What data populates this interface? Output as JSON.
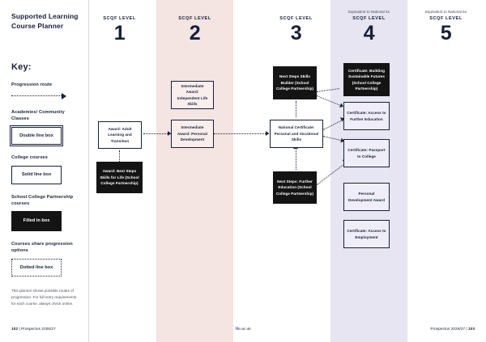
{
  "sidebar": {
    "title": "Supported Learning Course Planner",
    "key_heading": "Key:",
    "items": [
      {
        "label": "Progression route",
        "sample": "",
        "style": "arrow"
      },
      {
        "label": "Academies/ Community Classes",
        "sample": "Double line box",
        "style": "double"
      },
      {
        "label": "College courses",
        "sample": "Solid line box",
        "style": "solid"
      },
      {
        "label": "School College Partnership courses",
        "sample": "Filled in box",
        "style": "filled"
      },
      {
        "label": "Courses share progression options",
        "sample": "Dotted line box",
        "style": "dotted"
      }
    ],
    "note": "This planner shows possible routes of progression. For full entry requirements for each course, always check online."
  },
  "columns": [
    {
      "equivalent": "",
      "kicker": "SCQF LEVEL",
      "number": "1",
      "band": "none"
    },
    {
      "equivalent": "",
      "kicker": "SCQF LEVEL",
      "number": "2",
      "band": "pink"
    },
    {
      "equivalent": "",
      "kicker": "SCQF LEVEL",
      "number": "3",
      "band": "none"
    },
    {
      "equivalent": "Equivalent to National 4s",
      "kicker": "SCQF LEVEL",
      "number": "4",
      "band": "violet"
    },
    {
      "equivalent": "Equivalent to National 5s",
      "kicker": "SCQF LEVEL",
      "number": "5",
      "band": "none"
    }
  ],
  "nodes": {
    "adult_learning": "Award: Adult Learning and Transition",
    "next_steps_life": "Award: Next Steps Skills for Life (School College Partnership)",
    "independent_life": "Intermediate Award: Independent Life Skills",
    "personal_development": "Intermediate Award: Personal Development",
    "skills_builder": "Next Steps Skills Builder (School College Partnership)",
    "national_certificate": "National Certificate: Personal and Vocational Skills",
    "further_education": "Next Steps: Further Education (School College Partnership)",
    "building_futures": "Certificate: Building Sustainable Futures (School College Partnership)",
    "access_further_ed": "Certificate: Access to Further Education",
    "passport_college": "Certificate: Passport to College",
    "pda": "Personal Development Award",
    "access_employment": "Certificate: Access to Employment"
  },
  "footer": {
    "left_page": "102",
    "left_text": "Prospectus 2026/27",
    "center": "fife.ac.uk",
    "right_text": "Prospectus 2026/27",
    "right_page": "103",
    "separator": "|"
  },
  "colors": {
    "ink": "#17203a",
    "band_pink": "#f4e4e2",
    "band_violet": "#e7e5f1",
    "filled_box": "#141414"
  }
}
